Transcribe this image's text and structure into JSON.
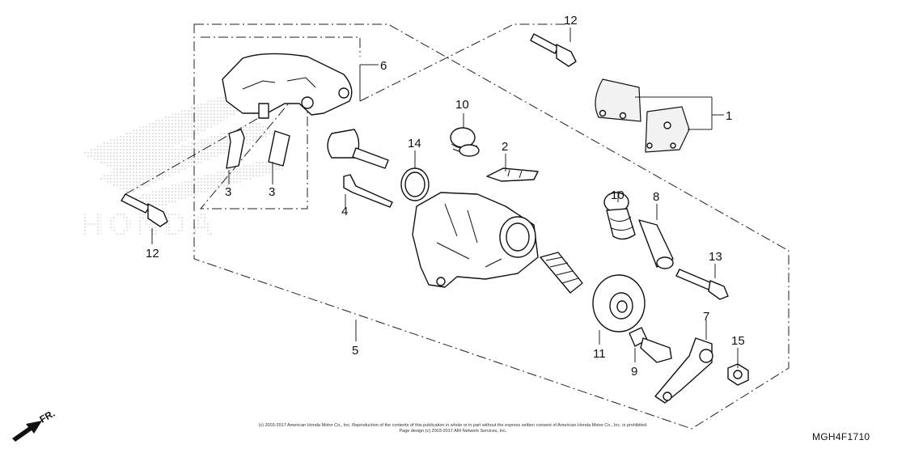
{
  "callouts": {
    "c1": "1",
    "c2": "2",
    "c3a": "3",
    "c3b": "3",
    "c4": "4",
    "c5": "5",
    "c6": "6",
    "c7": "7",
    "c8": "8",
    "c9": "9",
    "c10a": "10",
    "c10b": "10",
    "c11": "11",
    "c12a": "12",
    "c12b": "12",
    "c13": "13",
    "c14": "14",
    "c15": "15"
  },
  "front_label": "FR.",
  "diagram_code": "MGH4F1710",
  "copyright": {
    "line1": "(c) 2003-2017 American Honda Motor Co., Inc. Reproduction of the contents of this publication in whole or in part without the express written consent of American Honda Motor Co., Inc. is prohibited.",
    "line2": "Page design (c) 2003-2017 ARI Network Services, Inc."
  },
  "watermark": "HONDA"
}
